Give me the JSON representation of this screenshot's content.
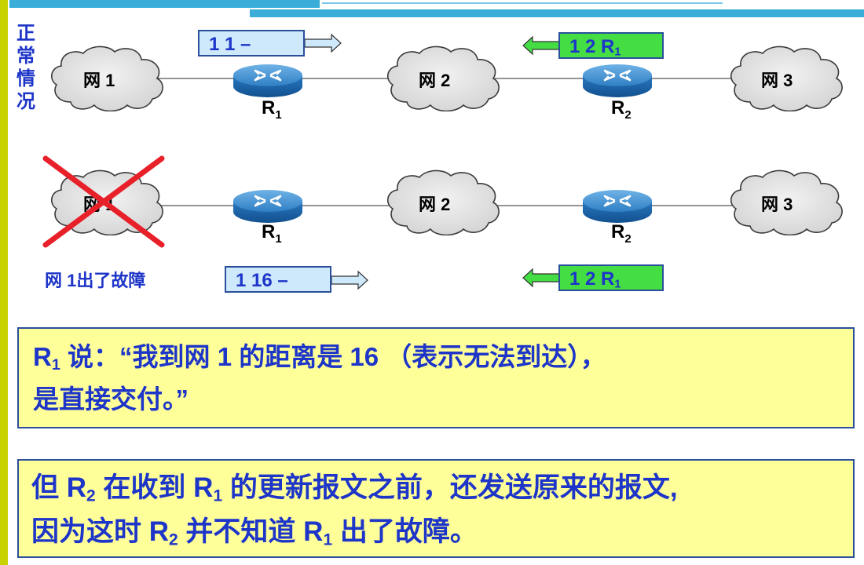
{
  "side_label": [
    "正",
    "常",
    "情",
    "况"
  ],
  "normal": {
    "nets": [
      "网 1",
      "网 2",
      "网 3"
    ],
    "routers": [
      {
        "letter": "R",
        "sub": "1"
      },
      {
        "letter": "R",
        "sub": "2"
      }
    ],
    "msg_r1": "1 1 –",
    "msg_r2": {
      "text": "1 2 R",
      "sub": "1"
    }
  },
  "fault_case": {
    "nets": [
      "网 1",
      "网 2",
      "网 3"
    ],
    "routers": [
      {
        "letter": "R",
        "sub": "1"
      },
      {
        "letter": "R",
        "sub": "2"
      }
    ],
    "fault_label": "网 1出了故障",
    "msg_r1": "1 16 –",
    "msg_r2": {
      "text": "1 2 R",
      "sub": "1"
    }
  },
  "note1": {
    "r": "R",
    "sub": "1",
    "line1": " 说：“我到网 1 的距离是 16 （表示无法到达），",
    "line2": "是直接交付。”"
  },
  "note2": {
    "p1": "但 R",
    "s1": "2",
    "p2": " 在收到 R",
    "s2": "1",
    "p3": " 的更新报文之前，还发送原来的报文,",
    "p4": "因为这时 R",
    "s3": "2",
    "p5": " 并不知道 R",
    "s4": "1",
    "p6": " 出了故障。"
  },
  "colors": {
    "text": "#1d35c8",
    "msg_blue": "#cde9fb",
    "msg_green": "#44dd44",
    "note_bg": "#ffff99",
    "cross": "#e8202a",
    "router": "#1f6fb5",
    "accent_bar": "#c8d200",
    "top_bar": "#3aaed8"
  }
}
